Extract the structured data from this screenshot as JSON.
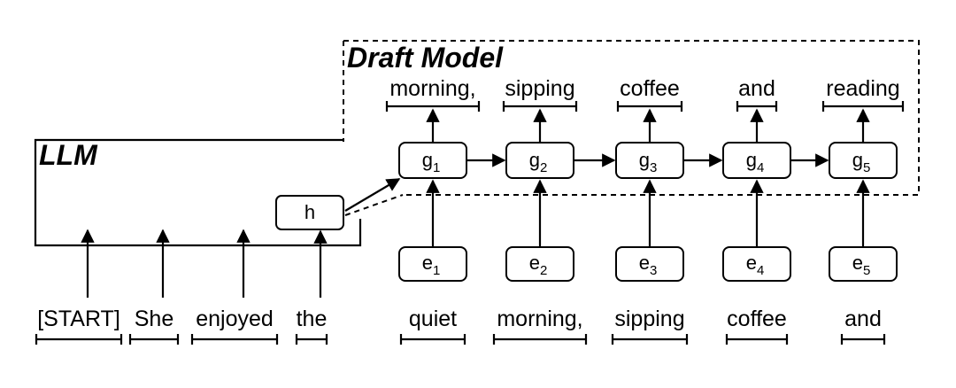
{
  "llm": {
    "title": "LLM",
    "inputs": [
      "[START]",
      "She",
      "enjoyed",
      "the"
    ],
    "hidden": "h"
  },
  "draft_model": {
    "title": "Draft Model",
    "outputs": [
      "morning,",
      "sipping",
      "coffee",
      "and",
      "reading"
    ],
    "inputs": [
      "quiet",
      "morning,",
      "sipping",
      "coffee",
      "and"
    ],
    "generators": [
      {
        "base": "g",
        "sub": "1"
      },
      {
        "base": "g",
        "sub": "2"
      },
      {
        "base": "g",
        "sub": "3"
      },
      {
        "base": "g",
        "sub": "4"
      },
      {
        "base": "g",
        "sub": "5"
      }
    ],
    "embeddings": [
      {
        "base": "e",
        "sub": "1"
      },
      {
        "base": "e",
        "sub": "2"
      },
      {
        "base": "e",
        "sub": "3"
      },
      {
        "base": "e",
        "sub": "4"
      },
      {
        "base": "e",
        "sub": "5"
      }
    ]
  }
}
